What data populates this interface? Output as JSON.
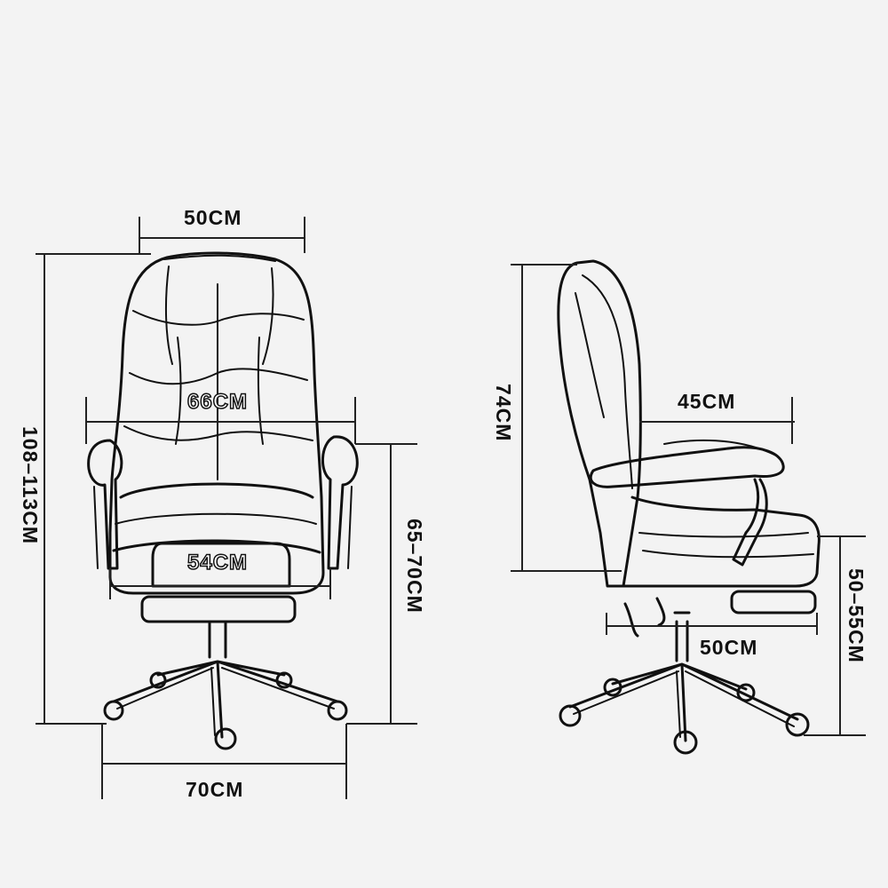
{
  "front_view": {
    "top_width": "50CM",
    "height": "108–113CM",
    "armrest_width": "66CM",
    "seat_width": "54CM",
    "seat_height": "65–70CM",
    "base_width": "70CM"
  },
  "side_view": {
    "backrest_height": "74CM",
    "armrest_depth": "45CM",
    "seat_depth": "50CM",
    "footrest_height": "50–55CM"
  },
  "colors": {
    "line": "#111111",
    "background": "#f3f3f3"
  }
}
